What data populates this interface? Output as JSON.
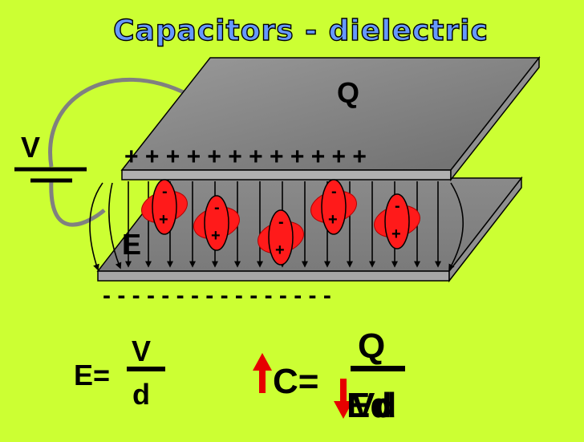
{
  "title": "Capacitors - dielectric",
  "labels": {
    "charge": "Q",
    "voltage": "V",
    "field": "E",
    "plus_row": "+ + + + + + + + + + + +",
    "minus_row": "- - - - - - - - - - - - - - - -"
  },
  "dipole": {
    "neg": "-",
    "pos": "+"
  },
  "formula_e": {
    "lhs": "E=",
    "num": "V",
    "den": "d"
  },
  "formula_c": {
    "lhs": "C=",
    "num": "Q",
    "den_a": "Ed",
    "den_b": "Vd"
  },
  "colors": {
    "background": "#ccff33",
    "title_fill": "#6699ff",
    "plate_top": "#8c8c8c",
    "plate_edge": "#a6a6a6",
    "dipole": "#ff1a1a",
    "arrow": "#e60000"
  }
}
